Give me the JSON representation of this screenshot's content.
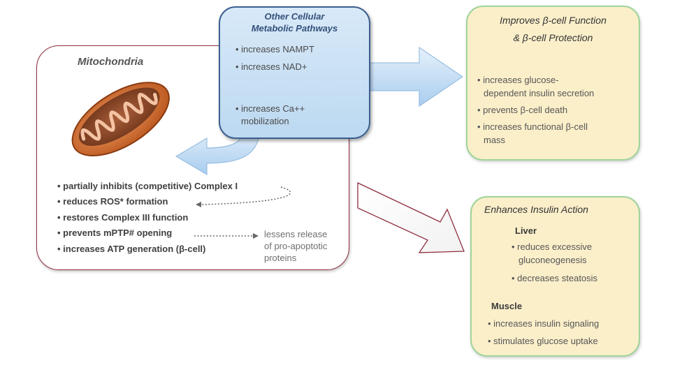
{
  "mitochondria": {
    "title": "Mitochondria",
    "effects": [
      "• partially inhibits (competitive) Complex I",
      "• reduces ROS* formation",
      "• restores Complex III function",
      "• prevents mPTP# opening",
      "• increases ATP generation (β-cell)"
    ],
    "side_note": [
      "lessens release",
      "of pro-apoptotic",
      "proteins"
    ]
  },
  "pathways": {
    "title_line1": "Other Cellular",
    "title_line2": "Metabolic Pathways",
    "items": [
      "• increases NAMPT",
      "• increases NAD+",
      "• increases Ca++",
      "mobilization"
    ]
  },
  "beta_cell": {
    "title_line1": "Improves β-cell Function",
    "title_line2": "& β-cell Protection",
    "items": [
      "• increases glucose-",
      "dependent insulin secretion",
      "• prevents β-cell death",
      "• increases functional β-cell",
      "mass"
    ]
  },
  "insulin_action": {
    "title": "Enhances Insulin Action",
    "liver_heading": "Liver",
    "liver_items": [
      "• reduces excessive",
      "gluconeogenesis",
      "• decreases steatosis"
    ],
    "muscle_heading": "Muscle",
    "muscle_items": [
      "• increases insulin signaling",
      "• stimulates glucose uptake"
    ]
  },
  "colors": {
    "mito_border": "#8f2f3f",
    "pathway_fill": "#bcd9f1",
    "outcome_fill": "#fbefca",
    "outcome_border": "#9fd49a",
    "arrow_fill": "#c5def3"
  },
  "icons": [
    "mitochondrion-icon"
  ]
}
